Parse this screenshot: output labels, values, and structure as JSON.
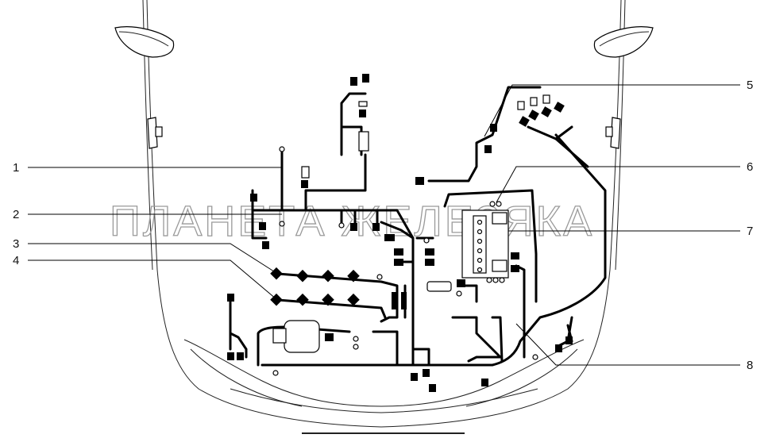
{
  "watermark": "ПЛАНЕТА ЖЕЛЕЗЯКА",
  "callouts": [
    {
      "label": "1",
      "side": "left"
    },
    {
      "label": "2",
      "side": "left"
    },
    {
      "label": "3",
      "side": "left"
    },
    {
      "label": "4",
      "side": "left"
    },
    {
      "label": "5",
      "side": "right"
    },
    {
      "label": "6",
      "side": "right"
    },
    {
      "label": "7",
      "side": "right"
    },
    {
      "label": "8",
      "side": "right"
    }
  ]
}
